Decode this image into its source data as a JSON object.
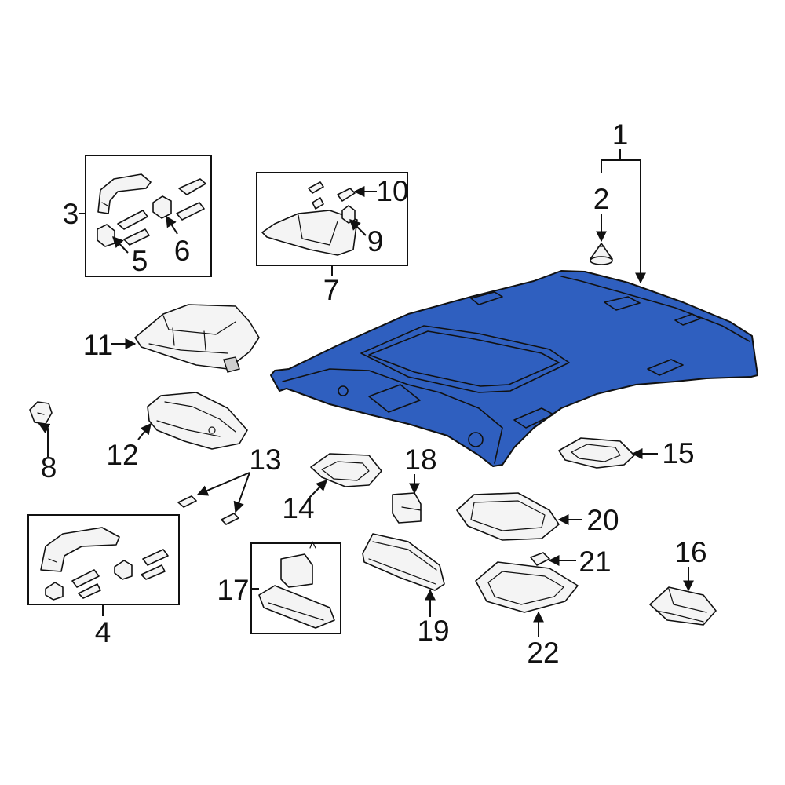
{
  "diagram": {
    "callouts": {
      "c1": "1",
      "c2": "2",
      "c3": "3",
      "c4": "4",
      "c5": "5",
      "c6": "6",
      "c7": "7",
      "c8": "8",
      "c9": "9",
      "c10": "10",
      "c11": "11",
      "c12": "12",
      "c13": "13",
      "c14": "14",
      "c15": "15",
      "c16": "16",
      "c17": "17",
      "c18": "18",
      "c19": "19",
      "c20": "20",
      "c21": "21",
      "c22": "22"
    },
    "colors": {
      "highlight": "#2f5fbf",
      "line": "#111111",
      "part_fill": "#f4f4f4"
    }
  }
}
